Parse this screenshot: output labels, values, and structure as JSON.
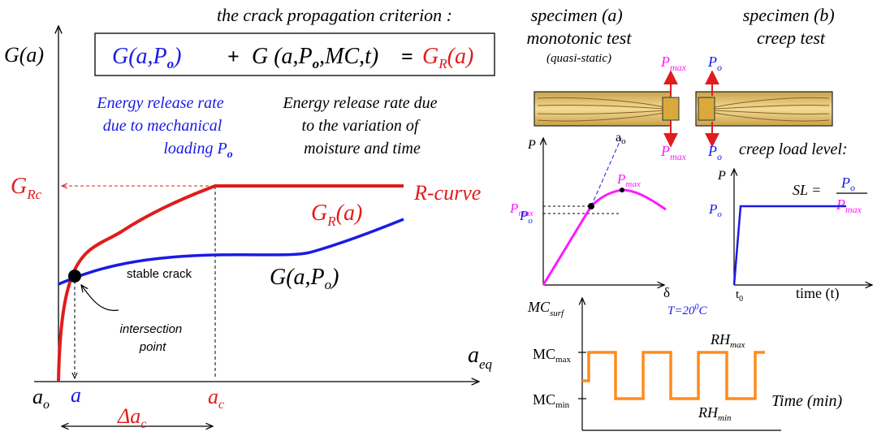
{
  "colors": {
    "mechanical": "#1a1ae6",
    "resistance": "#e01c1c",
    "load": "#ff19ff",
    "moisture": "#ff8c1a",
    "axis": "#000000"
  },
  "criterion": {
    "title": "the crack propagation criterion :",
    "term1": "G(a,P",
    "term1_sub": "o",
    "term1_close": ")",
    "plus": "+",
    "term2": "G (a,P",
    "term2_sub": "o",
    "term2_rest": ",MC,t)",
    "equals": "=",
    "term3": "G",
    "term3_sub": "R",
    "term3_close": "(a)"
  },
  "main_plot": {
    "y_axis_label": "G(a)",
    "x_axis_label": "a",
    "x_axis_sub": "eq",
    "grc_label": "G",
    "grc_sub": "Rc",
    "annotation_mech_line1": "Energy release rate",
    "annotation_mech_line2": "due to mechanical",
    "annotation_mech_line3": "loading P",
    "annotation_mech_sub": "o",
    "annotation_moist_line1": "Energy release rate due",
    "annotation_moist_line2": "to the variation of",
    "annotation_moist_line3": "moisture and time",
    "r_curve_label": "R-curve",
    "gr_label": "G",
    "gr_sub": "R",
    "gr_close": "(a)",
    "gap_label": "G(a,P",
    "gap_sub": "o",
    "gap_close": ")",
    "stable_crack": "stable crack",
    "intersection_line1": "intersection",
    "intersection_line2": "point",
    "tick_ao": "a",
    "tick_ao_sub": "o",
    "tick_a": "a",
    "tick_ac": "a",
    "tick_ac_sub": "c",
    "delta_label": "Δa",
    "delta_sub": "c"
  },
  "specimen_a": {
    "title_line1": "specimen (a)",
    "title_line2": "monotonic test",
    "title_line3": "(quasi-static)",
    "load_top": "P",
    "load_top_sub": "max",
    "load_bottom": "P",
    "load_bottom_sub": "max"
  },
  "specimen_b": {
    "title_line1": "specimen (b)",
    "title_line2": "creep test",
    "load_top": "P",
    "load_top_sub": "o",
    "load_bottom": "P",
    "load_bottom_sub": "o"
  },
  "monotonic_plot": {
    "y_label": "P",
    "x_label": "δ",
    "pmax_tick": "P",
    "pmax_tick_sub": "max",
    "po_tick": "P",
    "po_tick_sub": "o",
    "peak_label": "P",
    "peak_sub": "max",
    "ao_label": "a",
    "ao_sub": "o"
  },
  "creep_plot": {
    "title": "creep load level:",
    "sl_label": "SL =",
    "sl_num": "P",
    "sl_num_sub": "o",
    "sl_den": "P",
    "sl_den_sub": "max",
    "y_label": "P",
    "po_tick": "P",
    "po_tick_sub": "o",
    "t0": "t",
    "t0_sub": "0",
    "x_label": "time (t)"
  },
  "moisture_plot": {
    "y_label": "MC",
    "y_sub": "surf",
    "temperature": "T=20",
    "temperature_sup": "0",
    "temperature_unit": "C",
    "mcmax": "MC",
    "mcmax_sub": "max",
    "mcmin": "MC",
    "mcmin_sub": "min",
    "rhmax": "RH",
    "rhmax_sub": "max",
    "rhmin": "RH",
    "rhmin_sub": "min",
    "x_label": "Time (min)"
  }
}
